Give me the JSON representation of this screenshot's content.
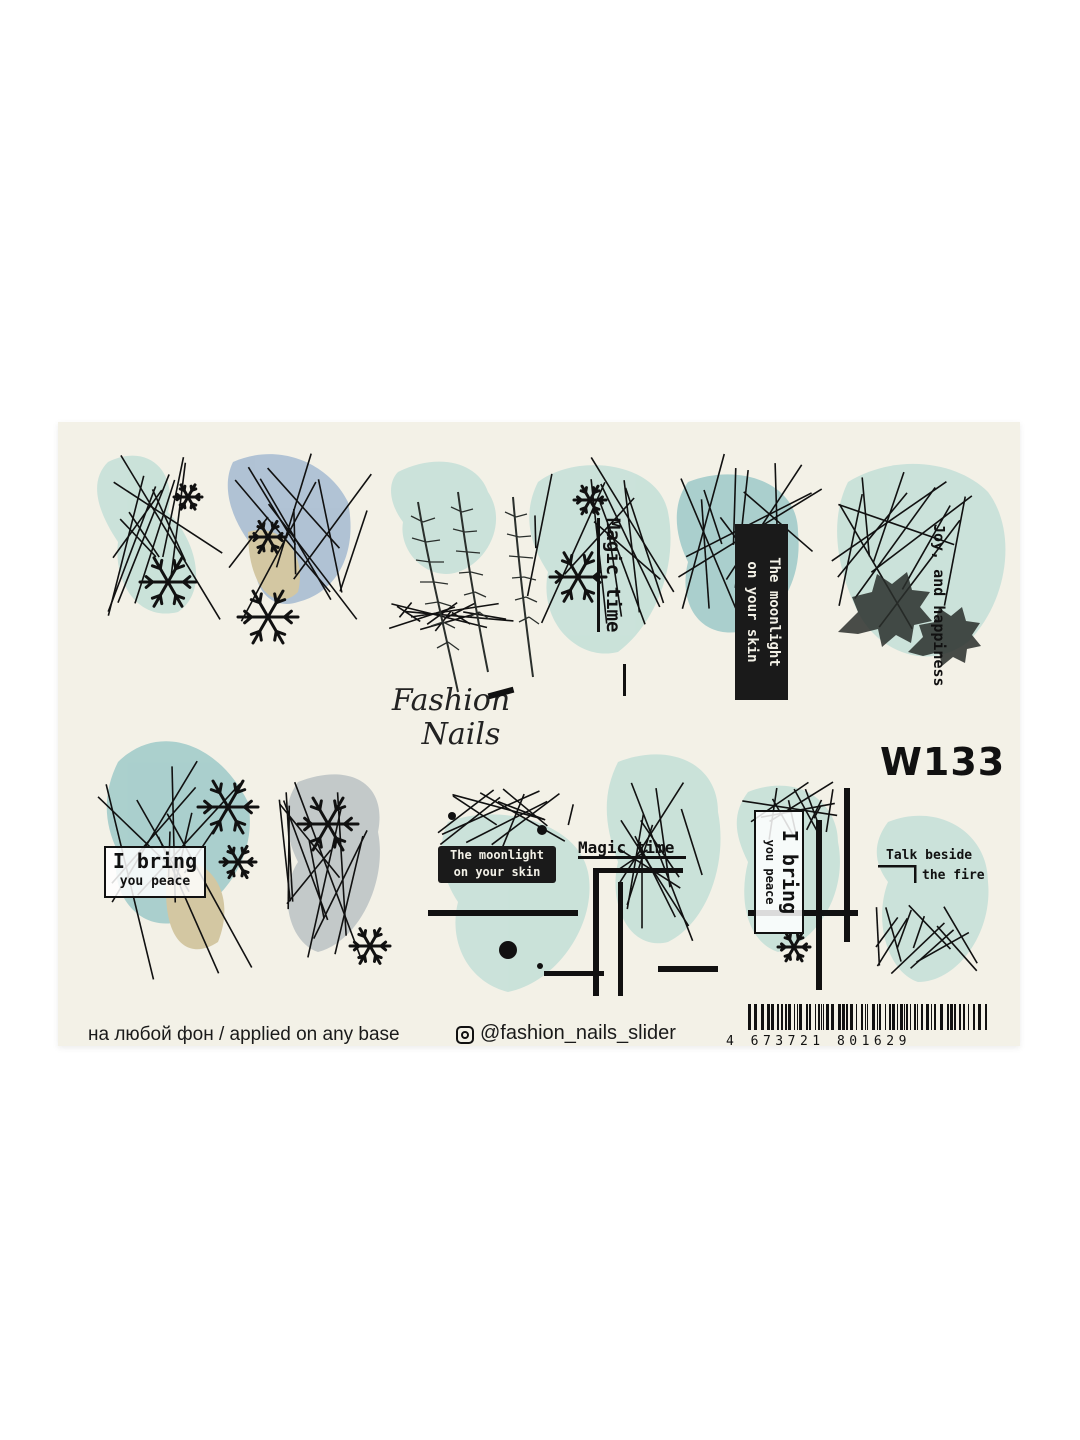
{
  "brand": {
    "line1": "Fashion",
    "line2": "Nails"
  },
  "code": "W133",
  "footer": {
    "base_note": "на любой фон / applied on any base",
    "instagram_handle": "@fashion_nails_slider",
    "barcode_digits": "4 673721 801629"
  },
  "phrases": {
    "magic_time": "Magic time",
    "moonlight_1": "The moonlight",
    "moonlight_2": "on your skin",
    "joy": "Joy, and happiness",
    "bring_1": "I bring",
    "bring_2": "you peace",
    "talk_1": "Talk beside",
    "talk_2": "the fire"
  },
  "colors": {
    "card": "#f3f1e7",
    "ink": "#111111",
    "mint": "#a9d6cf",
    "teal": "#6fb5b8",
    "blue": "#7a9cc6",
    "gold": "#b9a56a"
  }
}
